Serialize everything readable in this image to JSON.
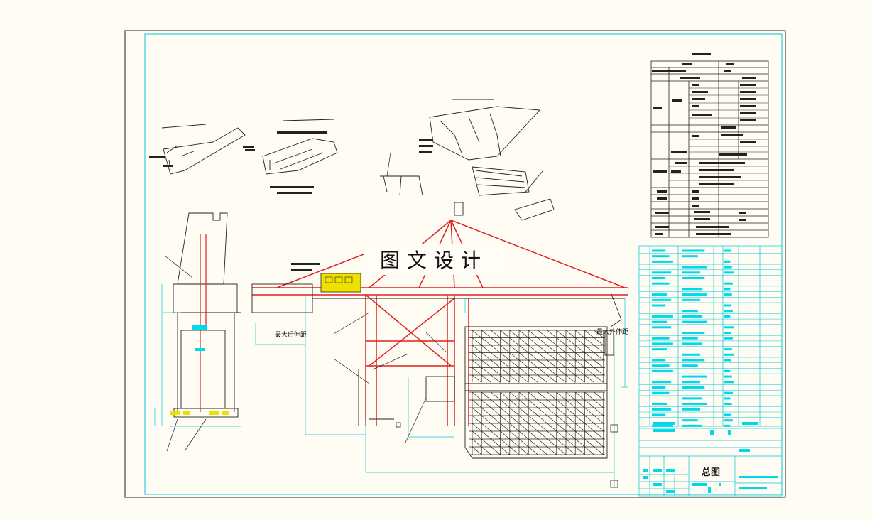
{
  "watermark": "图文设计",
  "labels": {
    "max_outreach": "最大外伸距",
    "max_backreach": "最大后伸距"
  },
  "title_block": {
    "title": "总图"
  },
  "colors": {
    "frame_outer": "#222222",
    "frame_inner": "#00c8d8",
    "structure_red": "#e02020",
    "cabin_yellow": "#f0e000",
    "cyan_highlight": "#00d8ec",
    "grid_black": "#222222"
  }
}
